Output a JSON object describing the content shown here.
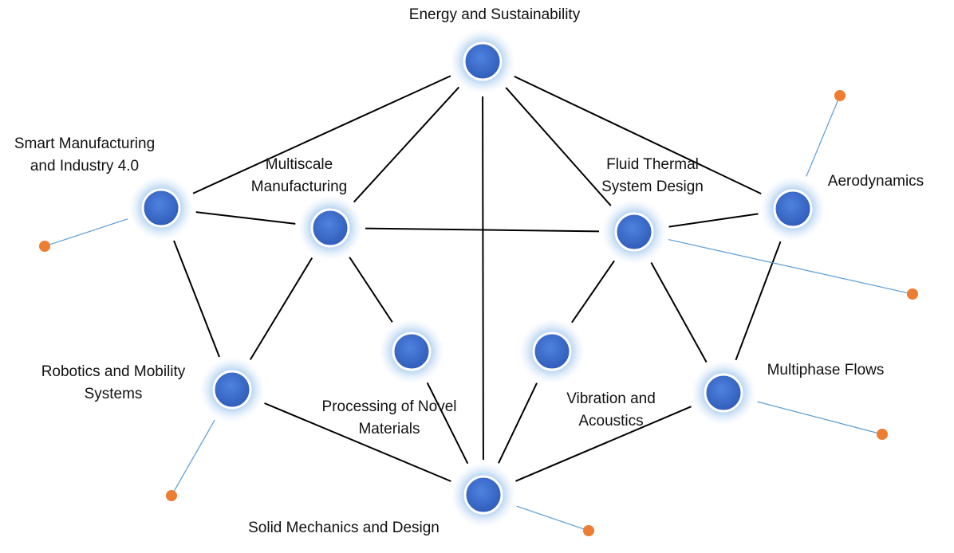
{
  "colors": {
    "node_fill": "#3f6fd0",
    "node_stroke": "#ffffff",
    "halo": "#9cc3ea",
    "edge": "#000000",
    "leaf_edge": "#5b9bd5",
    "leaf_dot": "#ed7d31"
  },
  "nodes": [
    {
      "id": "energy",
      "label": "Energy and Sustainability"
    },
    {
      "id": "smart",
      "label": "Smart Manufacturing\nand Industry 4.0"
    },
    {
      "id": "multiscale",
      "label": "Multiscale\nManufacturing"
    },
    {
      "id": "fluid",
      "label": "Fluid Thermal\nSystem Design"
    },
    {
      "id": "aero",
      "label": "Aerodynamics"
    },
    {
      "id": "robotics",
      "label": "Robotics and Mobility\nSystems"
    },
    {
      "id": "processing",
      "label": "Processing of Novel\nMaterials"
    },
    {
      "id": "vibration",
      "label": "Vibration and\nAcoustics"
    },
    {
      "id": "multiphase",
      "label": "Multiphase Flows"
    },
    {
      "id": "solid",
      "label": "Solid Mechanics and Design"
    }
  ],
  "edges": [
    [
      "energy",
      "smart"
    ],
    [
      "energy",
      "multiscale"
    ],
    [
      "energy",
      "solid"
    ],
    [
      "energy",
      "fluid"
    ],
    [
      "energy",
      "aero"
    ],
    [
      "smart",
      "multiscale"
    ],
    [
      "smart",
      "robotics"
    ],
    [
      "multiscale",
      "fluid"
    ],
    [
      "multiscale",
      "robotics"
    ],
    [
      "multiscale",
      "processing"
    ],
    [
      "fluid",
      "aero"
    ],
    [
      "fluid",
      "vibration"
    ],
    [
      "fluid",
      "multiphase"
    ],
    [
      "aero",
      "multiphase"
    ],
    [
      "robotics",
      "solid"
    ],
    [
      "processing",
      "solid"
    ],
    [
      "vibration",
      "solid"
    ],
    [
      "multiphase",
      "solid"
    ]
  ],
  "leaves": [
    "smart",
    "robotics",
    "solid",
    "fluid",
    "aero",
    "multiphase"
  ]
}
